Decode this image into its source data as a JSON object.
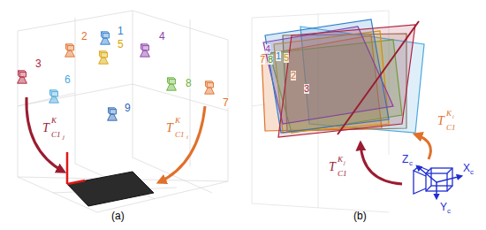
{
  "diagram": {
    "labels": [
      "1",
      "2",
      "3",
      "4",
      "5",
      "6",
      "7",
      "8",
      "9",
      "T",
      "K",
      "C1",
      "j",
      "T",
      "K",
      "C1",
      "i",
      "(a)",
      "4",
      "7",
      "8",
      "1",
      "5",
      "2",
      "3",
      "T",
      "K",
      "i",
      "C1",
      "T",
      "K",
      "j",
      "C1",
      "Z",
      "c",
      "X",
      "c",
      "Y",
      "c",
      "(b)"
    ]
  }
}
